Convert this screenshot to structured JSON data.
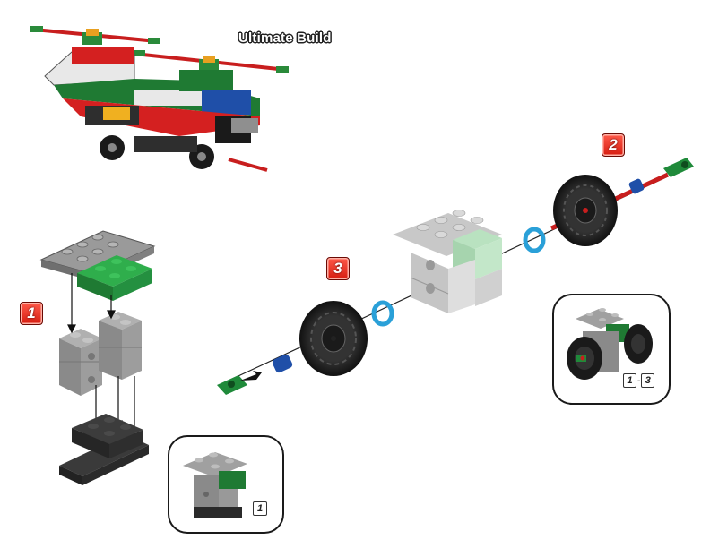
{
  "page": {
    "title": "Ultimate Build",
    "steps": [
      {
        "number": "1"
      },
      {
        "number": "2"
      },
      {
        "number": "3"
      }
    ],
    "insets": [
      {
        "label": "1"
      },
      {
        "label_start": "1",
        "label_sep": "-",
        "label_end": "3"
      }
    ]
  },
  "colors": {
    "badge_red": "#e0281a",
    "brick_green": "#1f8a3a",
    "brick_gray": "#8f8f8f",
    "brick_light_gray": "#cfcfcf",
    "brick_dark": "#2e2e2e",
    "axle_red": "#cc1a1a",
    "ring_blue": "#2aa0d8",
    "bushing_blue": "#1f4fa8"
  }
}
